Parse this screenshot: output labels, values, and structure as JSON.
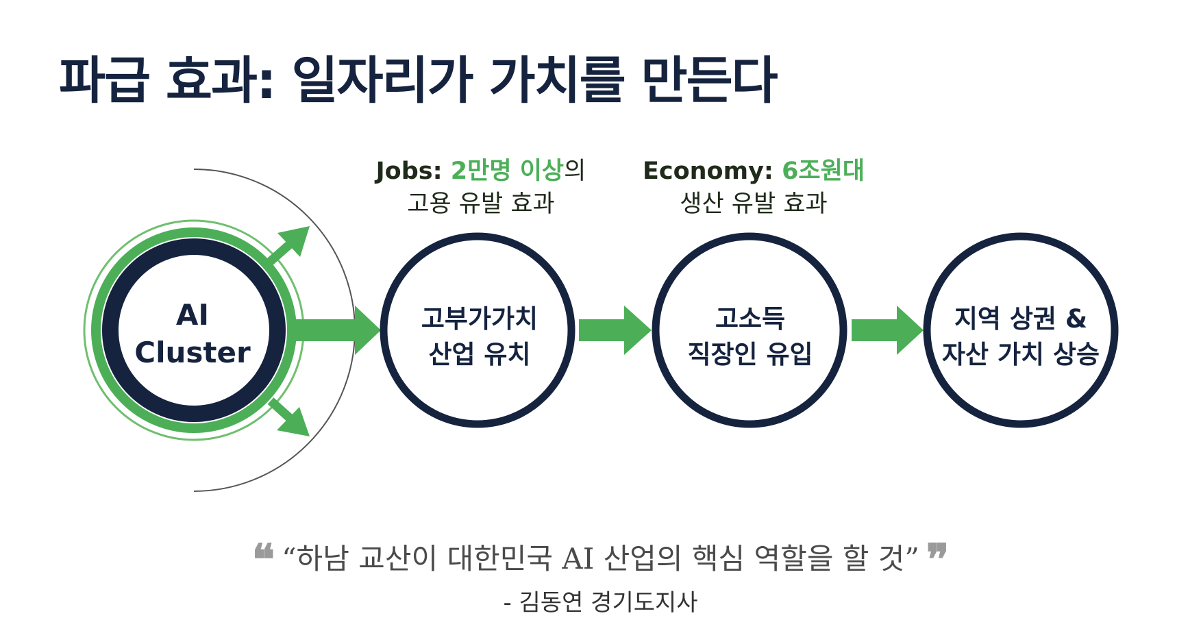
{
  "title": "파급 효과: 일자리가 가치를 만든다",
  "labels": {
    "jobs": {
      "prefix": "Jobs: ",
      "highlight": "2만명 이상",
      "suffix": "의",
      "line2": "고용 유발 효과"
    },
    "economy": {
      "prefix": "Economy: ",
      "highlight": "6조원대",
      "line2": "생산 유발 효과"
    }
  },
  "nodes": [
    {
      "line1": "AI",
      "line2": "Cluster"
    },
    {
      "line1": "고부가가치",
      "line2": "산업 유치"
    },
    {
      "line1": "고소득",
      "line2": "직장인 유입"
    },
    {
      "line1": "지역 상권 &",
      "line2": "자산 가치 상승"
    }
  ],
  "quote": {
    "open_mark": "❝",
    "text": "“하남 교산이 대한민국 AI 산업의 핵심 역할을 할 것”",
    "close_mark": "❞",
    "author": "- 김동연 경기도지사"
  },
  "colors": {
    "navy": "#15233f",
    "green": "#4caf58",
    "light_green": "#6fbf6f",
    "gray_line": "#555555"
  }
}
